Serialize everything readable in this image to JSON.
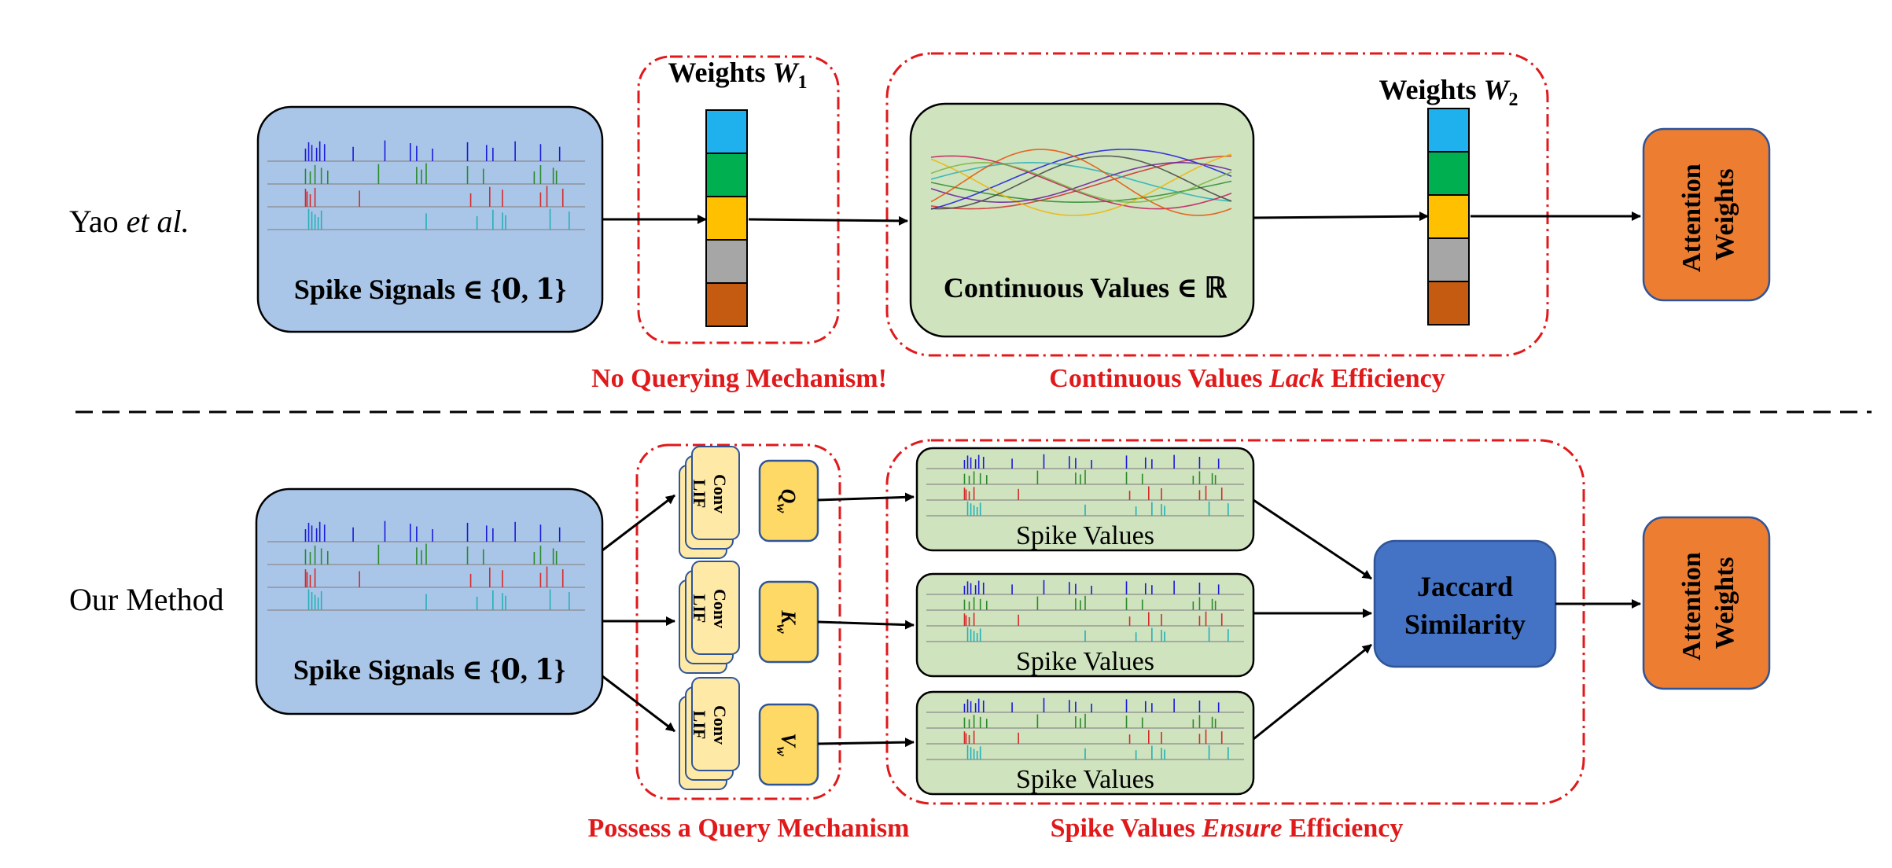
{
  "top_row": {
    "label_prefix": "Yao ",
    "label_italic": "et al.",
    "spike_box_label": "Spike Signals ∈ {𝟎, 𝟏}",
    "weights1_label_text": "Weights ",
    "weights1_symbol": "W",
    "weights1_sub": "1",
    "continuous_box_label": "Continuous Values ∈  ℝ",
    "weights2_label_text": "Weights ",
    "weights2_symbol": "W",
    "weights2_sub": "2",
    "output_line1": "Attention",
    "output_line2": "Weights",
    "annotation_left": "No Querying Mechanism!",
    "annotation_right_pre": "Continuous Values ",
    "annotation_right_italic": "Lack",
    "annotation_right_post": " Efficiency"
  },
  "bottom_row": {
    "label": "Our Method",
    "spike_box_label": "Spike Signals ∈ {𝟎, 𝟏}",
    "conv_line1": "Conv",
    "conv_line2": "LIF",
    "q_label": "Q",
    "k_label": "K",
    "v_label": "V",
    "weight_sub": "w",
    "spike_values_label": "Spike Values",
    "jaccard_line1": "Jaccard",
    "jaccard_line2": "Similarity",
    "output_line1": "Attention",
    "output_line2": "Weights",
    "annotation_left": "Possess a Query Mechanism",
    "annotation_right_pre": "Spike Values ",
    "annotation_right_italic": "Ensure",
    "annotation_right_post": " Efficiency"
  },
  "colors": {
    "spike_box_fill": "#a9c6e8",
    "green_box_fill": "#cfe3bf",
    "output_fill": "#ed7d31",
    "jaccard_fill": "#4472c4",
    "yellow_fill": "#ffd966",
    "annotation_red": "#e0191b",
    "weight_stack": [
      "#1fb0ee",
      "#00b050",
      "#ffc000",
      "#a6a6a6",
      "#c55a11"
    ],
    "spike_traces": [
      "#1a1adb",
      "#2a8a2a",
      "#d42a2a",
      "#22b0b8"
    ]
  }
}
